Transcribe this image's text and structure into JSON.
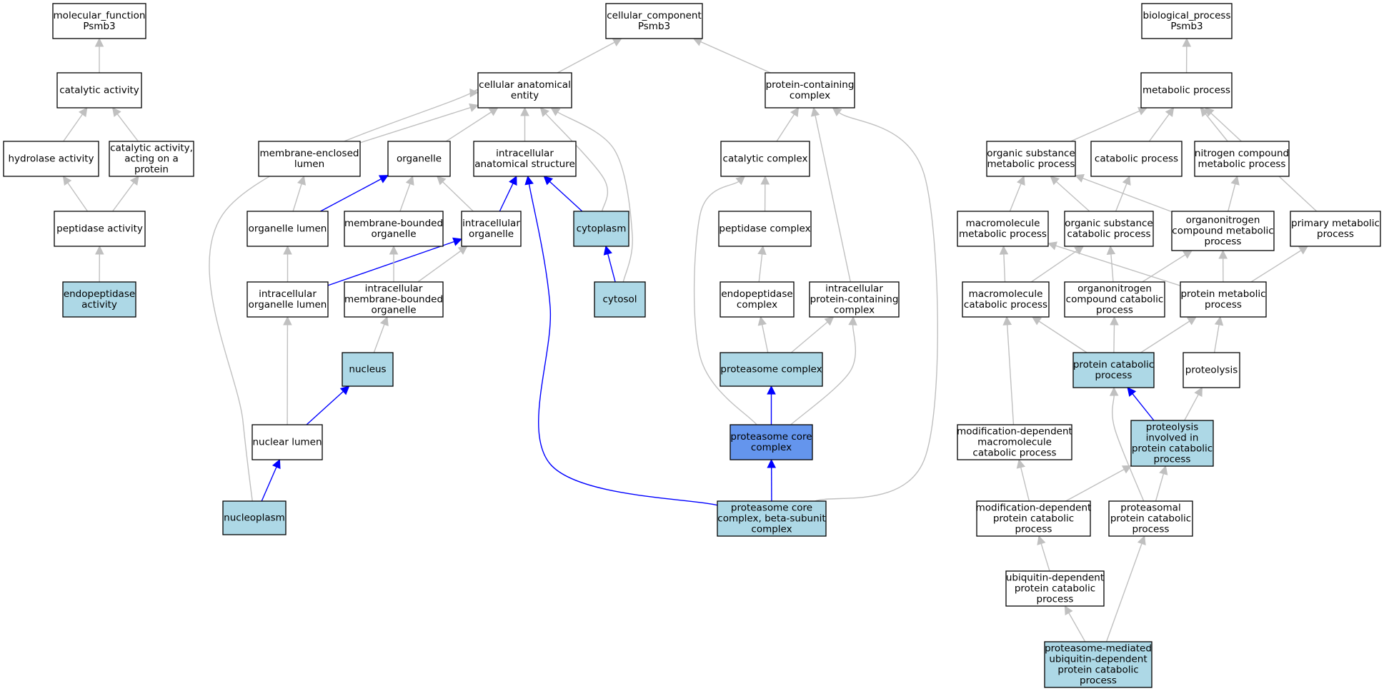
{
  "colors": {
    "default_fill": "#ffffff",
    "annotated_fill": "#add8e6",
    "focus_fill": "#6495ed",
    "is_a_edge": "#c0c0c0",
    "part_of_edge": "#0000ff"
  },
  "nodes": [
    {
      "id": "mf_root",
      "lines": [
        "molecular_function",
        "Psmb3"
      ],
      "fill": "default"
    },
    {
      "id": "catalytic_activity",
      "lines": [
        "catalytic activity"
      ],
      "fill": "default"
    },
    {
      "id": "hydrolase_activity",
      "lines": [
        "hydrolase activity"
      ],
      "fill": "default"
    },
    {
      "id": "catalytic_activity_protein",
      "lines": [
        "catalytic activity,",
        "acting on a",
        "protein"
      ],
      "fill": "default"
    },
    {
      "id": "peptidase_activity",
      "lines": [
        "peptidase activity"
      ],
      "fill": "default"
    },
    {
      "id": "endopeptidase_activity",
      "lines": [
        "endopeptidase",
        "activity"
      ],
      "fill": "annotated"
    },
    {
      "id": "cc_root",
      "lines": [
        "cellular_component",
        "Psmb3"
      ],
      "fill": "default"
    },
    {
      "id": "cellular_anatomical_entity",
      "lines": [
        "cellular anatomical",
        "entity"
      ],
      "fill": "default"
    },
    {
      "id": "protein_containing_complex",
      "lines": [
        "protein-containing",
        "complex"
      ],
      "fill": "default"
    },
    {
      "id": "membrane_enclosed_lumen",
      "lines": [
        "membrane-enclosed",
        "lumen"
      ],
      "fill": "default"
    },
    {
      "id": "organelle",
      "lines": [
        "organelle"
      ],
      "fill": "default"
    },
    {
      "id": "intracellular_anatomical_structure",
      "lines": [
        "intracellular",
        "anatomical structure"
      ],
      "fill": "default"
    },
    {
      "id": "catalytic_complex",
      "lines": [
        "catalytic complex"
      ],
      "fill": "default"
    },
    {
      "id": "organelle_lumen",
      "lines": [
        "organelle lumen"
      ],
      "fill": "default"
    },
    {
      "id": "membrane_bounded_organelle",
      "lines": [
        "membrane-bounded",
        "organelle"
      ],
      "fill": "default"
    },
    {
      "id": "intracellular_organelle",
      "lines": [
        "intracellular",
        "organelle"
      ],
      "fill": "default"
    },
    {
      "id": "cytoplasm",
      "lines": [
        "cytoplasm"
      ],
      "fill": "annotated"
    },
    {
      "id": "peptidase_complex",
      "lines": [
        "peptidase complex"
      ],
      "fill": "default"
    },
    {
      "id": "intracellular_organelle_lumen",
      "lines": [
        "intracellular",
        "organelle lumen"
      ],
      "fill": "default"
    },
    {
      "id": "intracellular_membrane_bounded_organelle",
      "lines": [
        "intracellular",
        "membrane-bounded",
        "organelle"
      ],
      "fill": "default"
    },
    {
      "id": "cytosol",
      "lines": [
        "cytosol"
      ],
      "fill": "annotated"
    },
    {
      "id": "endopeptidase_complex",
      "lines": [
        "endopeptidase",
        "complex"
      ],
      "fill": "default"
    },
    {
      "id": "intracellular_protein_containing_complex",
      "lines": [
        "intracellular",
        "protein-containing",
        "complex"
      ],
      "fill": "default"
    },
    {
      "id": "nucleus",
      "lines": [
        "nucleus"
      ],
      "fill": "annotated"
    },
    {
      "id": "proteasome_complex",
      "lines": [
        "proteasome complex"
      ],
      "fill": "annotated"
    },
    {
      "id": "nuclear_lumen",
      "lines": [
        "nuclear lumen"
      ],
      "fill": "default"
    },
    {
      "id": "proteasome_core_complex",
      "lines": [
        "proteasome core",
        "complex"
      ],
      "fill": "focus"
    },
    {
      "id": "nucleoplasm",
      "lines": [
        "nucleoplasm"
      ],
      "fill": "annotated"
    },
    {
      "id": "proteasome_core_beta",
      "lines": [
        "proteasome core",
        "complex, beta-subunit",
        "complex"
      ],
      "fill": "annotated"
    },
    {
      "id": "bp_root",
      "lines": [
        "biological_process",
        "Psmb3"
      ],
      "fill": "default"
    },
    {
      "id": "metabolic_process",
      "lines": [
        "metabolic process"
      ],
      "fill": "default"
    },
    {
      "id": "organic_substance_metabolic_process",
      "lines": [
        "organic substance",
        "metabolic process"
      ],
      "fill": "default"
    },
    {
      "id": "catabolic_process",
      "lines": [
        "catabolic process"
      ],
      "fill": "default"
    },
    {
      "id": "nitrogen_compound_metabolic_process",
      "lines": [
        "nitrogen compound",
        "metabolic process"
      ],
      "fill": "default"
    },
    {
      "id": "macromolecule_metabolic_process",
      "lines": [
        "macromolecule",
        "metabolic process"
      ],
      "fill": "default"
    },
    {
      "id": "organic_substance_catabolic_process",
      "lines": [
        "organic substance",
        "catabolic process"
      ],
      "fill": "default"
    },
    {
      "id": "organonitrogen_compound_metabolic_process",
      "lines": [
        "organonitrogen",
        "compound metabolic",
        "process"
      ],
      "fill": "default"
    },
    {
      "id": "primary_metabolic_process",
      "lines": [
        "primary metabolic",
        "process"
      ],
      "fill": "default"
    },
    {
      "id": "macromolecule_catabolic_process",
      "lines": [
        "macromolecule",
        "catabolic process"
      ],
      "fill": "default"
    },
    {
      "id": "organonitrogen_compound_catabolic_process",
      "lines": [
        "organonitrogen",
        "compound catabolic",
        "process"
      ],
      "fill": "default"
    },
    {
      "id": "protein_metabolic_process",
      "lines": [
        "protein metabolic",
        "process"
      ],
      "fill": "default"
    },
    {
      "id": "protein_catabolic_process",
      "lines": [
        "protein catabolic",
        "process"
      ],
      "fill": "annotated"
    },
    {
      "id": "proteolysis",
      "lines": [
        "proteolysis"
      ],
      "fill": "default"
    },
    {
      "id": "modification_dependent_macromolecule_catabolic_process",
      "lines": [
        "modification-dependent",
        "macromolecule",
        "catabolic process"
      ],
      "fill": "default"
    },
    {
      "id": "proteolysis_involved_in_protein_catabolic_process",
      "lines": [
        "proteolysis",
        "involved in",
        "protein catabolic",
        "process"
      ],
      "fill": "annotated"
    },
    {
      "id": "modification_dependent_protein_catabolic_process",
      "lines": [
        "modification-dependent",
        "protein catabolic",
        "process"
      ],
      "fill": "default"
    },
    {
      "id": "proteasomal_protein_catabolic_process",
      "lines": [
        "proteasomal",
        "protein catabolic",
        "process"
      ],
      "fill": "default"
    },
    {
      "id": "ubiquitin_dependent_protein_catabolic_process",
      "lines": [
        "ubiquitin-dependent",
        "protein catabolic",
        "process"
      ],
      "fill": "default"
    },
    {
      "id": "proteasome_mediated_ubiquitin_dependent_protein_catabolic_process",
      "lines": [
        "proteasome-mediated",
        "ubiquitin-dependent",
        "protein catabolic",
        "process"
      ],
      "fill": "annotated"
    }
  ],
  "edges": [
    {
      "from": "catalytic_activity",
      "to": "mf_root",
      "type": "is_a"
    },
    {
      "from": "hydrolase_activity",
      "to": "catalytic_activity",
      "type": "is_a"
    },
    {
      "from": "catalytic_activity_protein",
      "to": "catalytic_activity",
      "type": "is_a"
    },
    {
      "from": "peptidase_activity",
      "to": "hydrolase_activity",
      "type": "is_a"
    },
    {
      "from": "peptidase_activity",
      "to": "catalytic_activity_protein",
      "type": "is_a"
    },
    {
      "from": "endopeptidase_activity",
      "to": "peptidase_activity",
      "type": "is_a"
    },
    {
      "from": "cellular_anatomical_entity",
      "to": "cc_root",
      "type": "is_a"
    },
    {
      "from": "protein_containing_complex",
      "to": "cc_root",
      "type": "is_a"
    },
    {
      "from": "membrane_enclosed_lumen",
      "to": "cellular_anatomical_entity",
      "type": "is_a"
    },
    {
      "from": "organelle",
      "to": "cellular_anatomical_entity",
      "type": "is_a"
    },
    {
      "from": "intracellular_anatomical_structure",
      "to": "cellular_anatomical_entity",
      "type": "is_a"
    },
    {
      "from": "cytoplasm",
      "to": "cellular_anatomical_entity",
      "type": "is_a"
    },
    {
      "from": "cytosol",
      "to": "cellular_anatomical_entity",
      "type": "is_a"
    },
    {
      "from": "nucleoplasm",
      "to": "cellular_anatomical_entity",
      "type": "is_a"
    },
    {
      "from": "catalytic_complex",
      "to": "protein_containing_complex",
      "type": "is_a"
    },
    {
      "from": "intracellular_protein_containing_complex",
      "to": "protein_containing_complex",
      "type": "is_a"
    },
    {
      "from": "proteasome_core_beta",
      "to": "protein_containing_complex",
      "type": "is_a"
    },
    {
      "from": "organelle_lumen",
      "to": "membrane_enclosed_lumen",
      "type": "is_a"
    },
    {
      "from": "organelle_lumen",
      "to": "organelle",
      "type": "part_of"
    },
    {
      "from": "membrane_bounded_organelle",
      "to": "organelle",
      "type": "is_a"
    },
    {
      "from": "intracellular_organelle",
      "to": "organelle",
      "type": "is_a"
    },
    {
      "from": "intracellular_organelle",
      "to": "intracellular_anatomical_structure",
      "type": "part_of"
    },
    {
      "from": "cytoplasm",
      "to": "intracellular_anatomical_structure",
      "type": "part_of"
    },
    {
      "from": "proteasome_core_beta",
      "to": "intracellular_anatomical_structure",
      "type": "part_of"
    },
    {
      "from": "peptidase_complex",
      "to": "catalytic_complex",
      "type": "is_a"
    },
    {
      "from": "proteasome_core_complex",
      "to": "catalytic_complex",
      "type": "is_a"
    },
    {
      "from": "intracellular_organelle_lumen",
      "to": "organelle_lumen",
      "type": "is_a"
    },
    {
      "from": "intracellular_organelle_lumen",
      "to": "intracellular_organelle",
      "type": "part_of"
    },
    {
      "from": "intracellular_membrane_bounded_organelle",
      "to": "membrane_bounded_organelle",
      "type": "is_a"
    },
    {
      "from": "intracellular_membrane_bounded_organelle",
      "to": "intracellular_organelle",
      "type": "is_a"
    },
    {
      "from": "cytosol",
      "to": "cytoplasm",
      "type": "part_of"
    },
    {
      "from": "endopeptidase_complex",
      "to": "peptidase_complex",
      "type": "is_a"
    },
    {
      "from": "nucleus",
      "to": "intracellular_membrane_bounded_organelle",
      "type": "is_a"
    },
    {
      "from": "nuclear_lumen",
      "to": "intracellular_organelle_lumen",
      "type": "is_a"
    },
    {
      "from": "nuclear_lumen",
      "to": "nucleus",
      "type": "part_of"
    },
    {
      "from": "proteasome_complex",
      "to": "endopeptidase_complex",
      "type": "is_a"
    },
    {
      "from": "proteasome_complex",
      "to": "intracellular_protein_containing_complex",
      "type": "is_a"
    },
    {
      "from": "proteasome_core_complex",
      "to": "proteasome_complex",
      "type": "part_of"
    },
    {
      "from": "proteasome_core_complex",
      "to": "intracellular_protein_containing_complex",
      "type": "is_a"
    },
    {
      "from": "nucleoplasm",
      "to": "nuclear_lumen",
      "type": "part_of"
    },
    {
      "from": "proteasome_core_beta",
      "to": "proteasome_core_complex",
      "type": "part_of"
    },
    {
      "from": "metabolic_process",
      "to": "bp_root",
      "type": "is_a"
    },
    {
      "from": "organic_substance_metabolic_process",
      "to": "metabolic_process",
      "type": "is_a"
    },
    {
      "from": "catabolic_process",
      "to": "metabolic_process",
      "type": "is_a"
    },
    {
      "from": "nitrogen_compound_metabolic_process",
      "to": "metabolic_process",
      "type": "is_a"
    },
    {
      "from": "primary_metabolic_process",
      "to": "metabolic_process",
      "type": "is_a"
    },
    {
      "from": "macromolecule_metabolic_process",
      "to": "organic_substance_metabolic_process",
      "type": "is_a"
    },
    {
      "from": "organic_substance_catabolic_process",
      "to": "organic_substance_metabolic_process",
      "type": "is_a"
    },
    {
      "from": "organic_substance_catabolic_process",
      "to": "catabolic_process",
      "type": "is_a"
    },
    {
      "from": "organonitrogen_compound_metabolic_process",
      "to": "organic_substance_metabolic_process",
      "type": "is_a"
    },
    {
      "from": "organonitrogen_compound_metabolic_process",
      "to": "nitrogen_compound_metabolic_process",
      "type": "is_a"
    },
    {
      "from": "macromolecule_catabolic_process",
      "to": "macromolecule_metabolic_process",
      "type": "is_a"
    },
    {
      "from": "macromolecule_catabolic_process",
      "to": "organic_substance_catabolic_process",
      "type": "is_a"
    },
    {
      "from": "organonitrogen_compound_catabolic_process",
      "to": "organic_substance_catabolic_process",
      "type": "is_a"
    },
    {
      "from": "organonitrogen_compound_catabolic_process",
      "to": "organonitrogen_compound_metabolic_process",
      "type": "is_a"
    },
    {
      "from": "protein_metabolic_process",
      "to": "macromolecule_metabolic_process",
      "type": "is_a"
    },
    {
      "from": "protein_metabolic_process",
      "to": "organonitrogen_compound_metabolic_process",
      "type": "is_a"
    },
    {
      "from": "protein_metabolic_process",
      "to": "primary_metabolic_process",
      "type": "is_a"
    },
    {
      "from": "protein_catabolic_process",
      "to": "macromolecule_catabolic_process",
      "type": "is_a"
    },
    {
      "from": "protein_catabolic_process",
      "to": "organonitrogen_compound_catabolic_process",
      "type": "is_a"
    },
    {
      "from": "protein_catabolic_process",
      "to": "protein_metabolic_process",
      "type": "is_a"
    },
    {
      "from": "proteolysis",
      "to": "protein_metabolic_process",
      "type": "is_a"
    },
    {
      "from": "modification_dependent_macromolecule_catabolic_process",
      "to": "macromolecule_catabolic_process",
      "type": "is_a"
    },
    {
      "from": "proteolysis_involved_in_protein_catabolic_process",
      "to": "protein_catabolic_process",
      "type": "part_of"
    },
    {
      "from": "proteolysis_involved_in_protein_catabolic_process",
      "to": "proteolysis",
      "type": "is_a"
    },
    {
      "from": "modification_dependent_protein_catabolic_process",
      "to": "modification_dependent_macromolecule_catabolic_process",
      "type": "is_a"
    },
    {
      "from": "modification_dependent_protein_catabolic_process",
      "to": "proteolysis_involved_in_protein_catabolic_process",
      "type": "is_a"
    },
    {
      "from": "proteasomal_protein_catabolic_process",
      "to": "protein_catabolic_process",
      "type": "is_a"
    },
    {
      "from": "proteasomal_protein_catabolic_process",
      "to": "proteolysis_involved_in_protein_catabolic_process",
      "type": "is_a"
    },
    {
      "from": "ubiquitin_dependent_protein_catabolic_process",
      "to": "modification_dependent_protein_catabolic_process",
      "type": "is_a"
    },
    {
      "from": "proteasome_mediated_ubiquitin_dependent_protein_catabolic_process",
      "to": "ubiquitin_dependent_protein_catabolic_process",
      "type": "is_a"
    },
    {
      "from": "proteasome_mediated_ubiquitin_dependent_protein_catabolic_process",
      "to": "proteasomal_protein_catabolic_process",
      "type": "is_a"
    }
  ]
}
